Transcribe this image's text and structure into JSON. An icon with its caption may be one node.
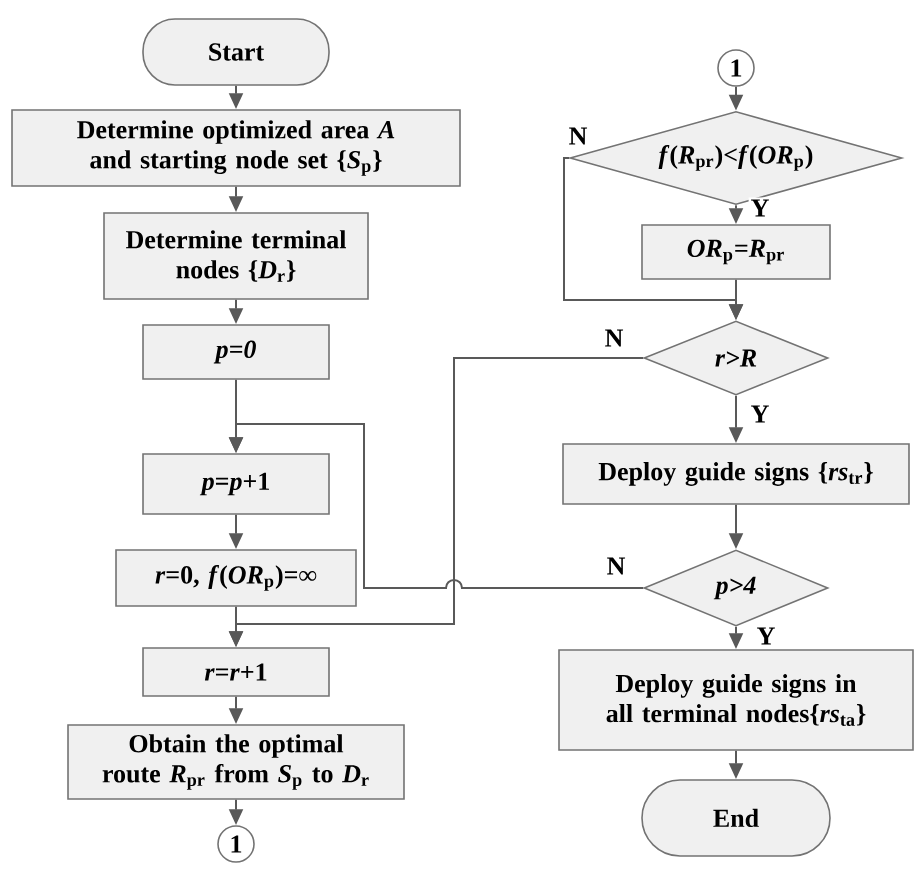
{
  "diagram": {
    "nodes": [
      {
        "text": [
          "Start"
        ]
      },
      {
        "text": [
          "Determine optimized area *A* and starting node set {*S*$_{p}$}"
        ]
      },
      {
        "text": [
          "Determine terminal nodes {*D*$_{r}$}"
        ]
      },
      {
        "text": [
          "p=0"
        ]
      },
      {
        "text": [
          "*p*=*p*+1"
        ]
      },
      {
        "text": [
          "*r*=0, *f*(*OR*$_{p}$)=∞"
        ]
      },
      {
        "text": [
          "*r*=*r*+1"
        ]
      },
      {
        "text": [
          "Obtain the optimal route *R*$_{pr}$ from *S*$_{p}$ to *D*$_{r}$"
        ]
      },
      {
        "text": [
          "1"
        ]
      },
      {
        "text": [
          "1"
        ]
      },
      {
        "text": [
          "*f*(*R*$_{pr}$)<*f*(*OR*$_{p}$)"
        ]
      },
      {
        "text": [
          "*OR*$_{p}$=*R*$_{pr}$"
        ]
      },
      {
        "text": [
          "r>R"
        ]
      },
      {
        "text": [
          "Deploy guide signs {*rs*$_{tr}$}"
        ]
      },
      {
        "text": [
          "p>4"
        ]
      },
      {
        "text": [
          "Deploy guide signs in all terminal nodes{*rs*$_{ta}$}"
        ]
      },
      {
        "text": [
          "End"
        ]
      }
    ],
    "edges": [
      {
        "from": 0,
        "to": 1,
        "arrow": "to"
      },
      {
        "from": 1,
        "to": 2,
        "arrow": "to"
      },
      {
        "from": 2,
        "to": 3,
        "arrow": "to"
      },
      {
        "from": 3,
        "to": 4,
        "arrow": "to"
      },
      {
        "from": 4,
        "to": 5,
        "arrow": "to"
      },
      {
        "from": 5,
        "to": 6,
        "arrow": "to"
      },
      {
        "from": 6,
        "to": 7,
        "arrow": "to"
      },
      {
        "from": 7,
        "to": 8,
        "arrow": "to"
      },
      {
        "from": 9,
        "to": 10,
        "arrow": "to"
      },
      {
        "from": 10,
        "to": 11,
        "arrow": "to",
        "label": "Y"
      },
      {
        "from": 10,
        "to": 12,
        "arrow": "to",
        "label": "N"
      },
      {
        "from": 11,
        "to": 12,
        "arrow": "to"
      },
      {
        "from": 12,
        "to": 13,
        "arrow": "to",
        "label": "Y"
      },
      {
        "from": 12,
        "to": 6,
        "arrow": "to",
        "label": "N"
      },
      {
        "from": 13,
        "to": 14,
        "arrow": "to"
      },
      {
        "from": 14,
        "to": 15,
        "arrow": "to",
        "label": "Y"
      },
      {
        "from": 14,
        "to": 4,
        "arrow": "to",
        "label": "N"
      },
      {
        "from": 15,
        "to": 16,
        "arrow": "to"
      }
    ]
  }
}
